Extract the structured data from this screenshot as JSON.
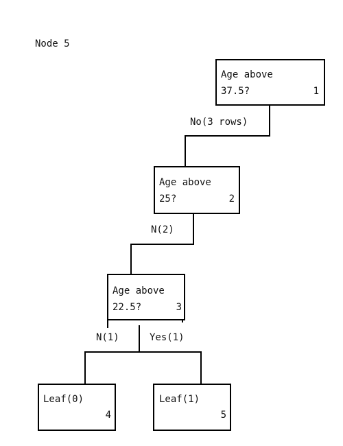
{
  "header": {
    "title": "Node 5"
  },
  "nodes": [
    {
      "line1": "Age above",
      "line2": "37.5?",
      "number": "1"
    },
    {
      "line1": "Age above",
      "line2": "25?",
      "number": "2"
    },
    {
      "line1": "Age above",
      "line2": "22.5?",
      "number": "3"
    },
    {
      "line1": "Leaf(0)",
      "line2": "",
      "number": "4"
    },
    {
      "line1": "Leaf(1)",
      "line2": "",
      "number": "5"
    }
  ],
  "edges": [
    {
      "label": "No(3 rows)"
    },
    {
      "label": "N(2)"
    },
    {
      "label": "N(1)"
    },
    {
      "label": "Yes(1)"
    }
  ],
  "colors": {
    "line": "#000000",
    "text": "#111111",
    "background": "#ffffff"
  }
}
